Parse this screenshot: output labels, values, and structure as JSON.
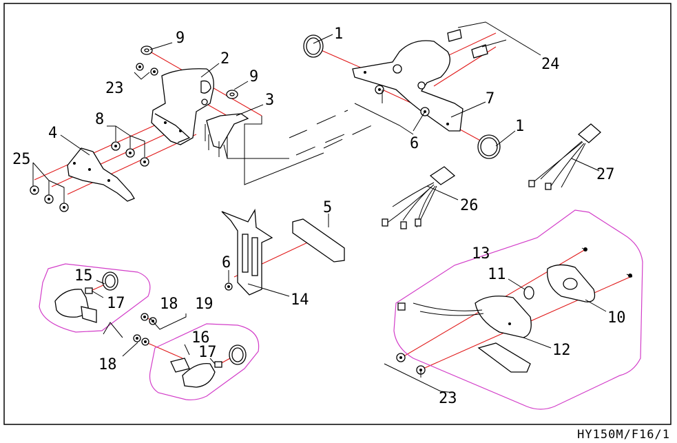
{
  "diagram": {
    "reference": "HY150M/F16/1",
    "callouts": [
      {
        "id": "c1a",
        "label": "1"
      },
      {
        "id": "c1b",
        "label": "1"
      },
      {
        "id": "c2",
        "label": "2"
      },
      {
        "id": "c3",
        "label": "3"
      },
      {
        "id": "c4",
        "label": "4"
      },
      {
        "id": "c5",
        "label": "5"
      },
      {
        "id": "c6a",
        "label": "6"
      },
      {
        "id": "c6b",
        "label": "6"
      },
      {
        "id": "c7",
        "label": "7"
      },
      {
        "id": "c8",
        "label": "8"
      },
      {
        "id": "c9a",
        "label": "9"
      },
      {
        "id": "c9b",
        "label": "9"
      },
      {
        "id": "c10",
        "label": "10"
      },
      {
        "id": "c11",
        "label": "11"
      },
      {
        "id": "c12",
        "label": "12"
      },
      {
        "id": "c13",
        "label": "13"
      },
      {
        "id": "c14",
        "label": "14"
      },
      {
        "id": "c15",
        "label": "15"
      },
      {
        "id": "c16",
        "label": "16"
      },
      {
        "id": "c17a",
        "label": "17"
      },
      {
        "id": "c17b",
        "label": "17"
      },
      {
        "id": "c18a",
        "label": "18"
      },
      {
        "id": "c18b",
        "label": "18"
      },
      {
        "id": "c19",
        "label": "19"
      },
      {
        "id": "c23a",
        "label": "23"
      },
      {
        "id": "c23b",
        "label": "23"
      },
      {
        "id": "c24",
        "label": "24"
      },
      {
        "id": "c25",
        "label": "25"
      },
      {
        "id": "c26",
        "label": "26"
      },
      {
        "id": "c27",
        "label": "27"
      }
    ],
    "colors": {
      "line": "#000000",
      "assembly_axis": "#e01818",
      "group_outline": "#d23cc8",
      "background": "#ffffff"
    }
  }
}
